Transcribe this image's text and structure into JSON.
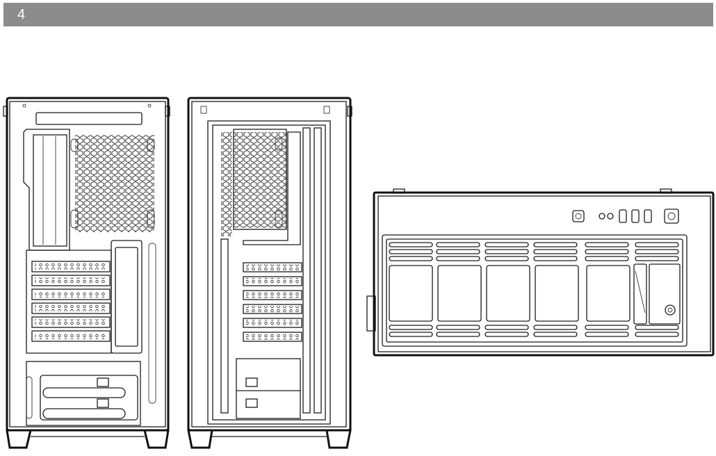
{
  "header": {
    "page_number": "4",
    "bar_color": "#8c8c8c",
    "text_color": "#ffffff"
  },
  "illustrations": [
    {
      "name": "rear-view",
      "icon": "case-rear-drawing"
    },
    {
      "name": "side-view",
      "icon": "case-side-drawing"
    },
    {
      "name": "top-io-view",
      "icon": "case-top-io-drawing"
    }
  ]
}
